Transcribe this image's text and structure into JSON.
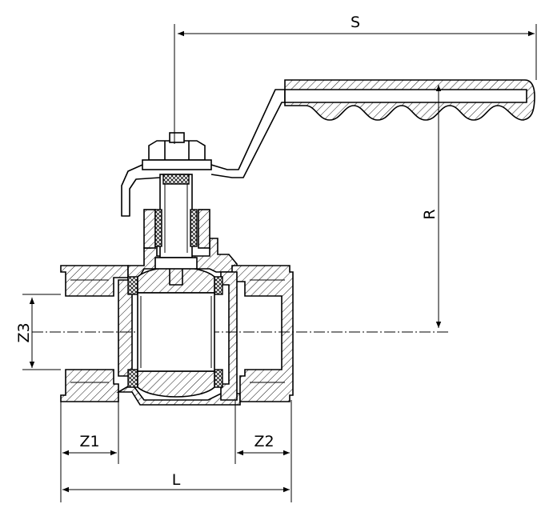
{
  "dimensions": {
    "overall_length": "L",
    "handle_length": "S",
    "handle_height": "R",
    "thread_length_left": "Z1",
    "thread_length_right": "Z2",
    "thread_diameter": "Z3"
  }
}
